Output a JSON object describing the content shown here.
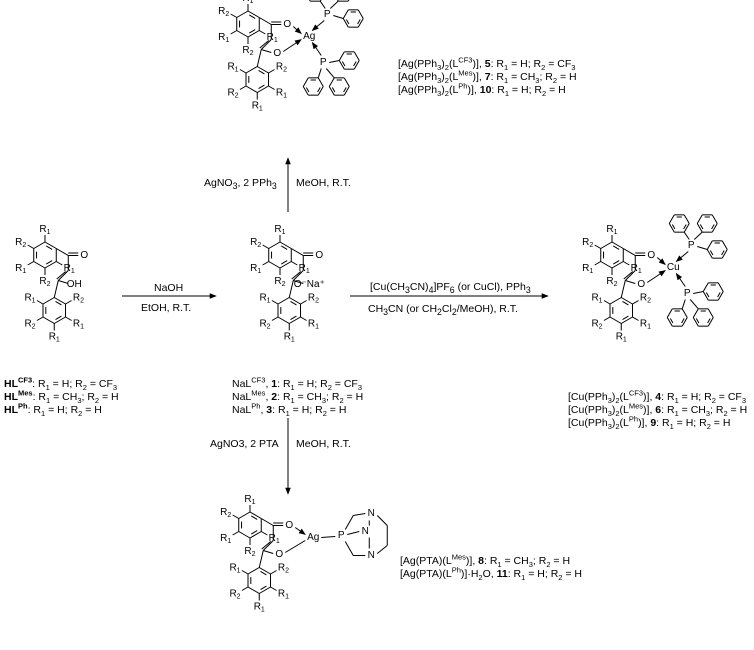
{
  "reactions": {
    "to_sodium": {
      "top": "NaOH",
      "bottom": "EtOH, R.T."
    },
    "to_silver_pph3": {
      "left": "AgNO3, 2 PPh3",
      "right": "MeOH, R.T."
    },
    "to_copper": {
      "top": "[Cu(CH3CN)4]PF6 (or CuCl), PPh3",
      "bottom": "CH3CN (or CH2Cl2/MeOH), R.T."
    },
    "to_silver_pta": {
      "left": "AgNO3, 2 PTA",
      "right": "MeOH, R.T."
    }
  },
  "ligand": {
    "entries": [
      {
        "name": "HL",
        "sup": "CF3",
        "text": ": R1 = H; R2 = CF3"
      },
      {
        "name": "HL",
        "sup": "Mes",
        "text": ": R1 = CH3; R2 = H"
      },
      {
        "name": "HL",
        "sup": "Ph",
        "text": ": R1 = H; R2 = H"
      }
    ]
  },
  "sodium_salts": {
    "entries": [
      {
        "name": "NaL",
        "sup": "CF3",
        "num": "1",
        "text": ": R1 = H; R2 = CF3"
      },
      {
        "name": "NaL",
        "sup": "Mes",
        "num": "2",
        "text": ": R1 = CH3; R2 = H"
      },
      {
        "name": "NaL",
        "sup": "Ph",
        "num": "3",
        "text": ": R1 = H; R2 = H"
      }
    ]
  },
  "silver_pph3": {
    "entries": [
      {
        "name": "[Ag(PPh3)2(L",
        "sup": "CF3",
        "num": "5",
        "text": ": R1 = H; R2 = CF3"
      },
      {
        "name": "[Ag(PPh3)2(L",
        "sup": "Mes",
        "num": "7",
        "text": ": R1 = CH3; R2 = H"
      },
      {
        "name": "[Ag(PPh3)2(L",
        "sup": "Ph",
        "num": "10",
        "text": ": R1 = H; R2 = H"
      }
    ]
  },
  "copper": {
    "entries": [
      {
        "name": "[Cu(PPh3)2(L",
        "sup": "CF3",
        "num": "4",
        "text": ": R1 = H; R2 = CF3"
      },
      {
        "name": "[Cu(PPh3)2(L",
        "sup": "Mes",
        "num": "6",
        "text": ": R1 = CH3; R2 = H"
      },
      {
        "name": "[Cu(PPh3)2(L",
        "sup": "Ph",
        "num": "9",
        "text": ": R1 = H; R2 = H"
      }
    ]
  },
  "silver_pta": {
    "entries": [
      {
        "name": "[Ag(PTA)(L",
        "sup": "Mes",
        "suffix": ")]",
        "num": "8",
        "text": ": R1 = CH3; R2 = H"
      },
      {
        "name": "[Ag(PTA)(L",
        "sup": "Ph",
        "suffix": ")]·H2O",
        "num": "11",
        "text": ": R1 = H; R2 = H"
      }
    ]
  },
  "atoms": {
    "r1": "R1",
    "r2": "R2",
    "oxygen": "O",
    "oh": "OH",
    "o_na": "O⁻Na⁺",
    "silver": "Ag",
    "copper": "Cu",
    "phosphorus": "P",
    "nitrogen": "N"
  }
}
